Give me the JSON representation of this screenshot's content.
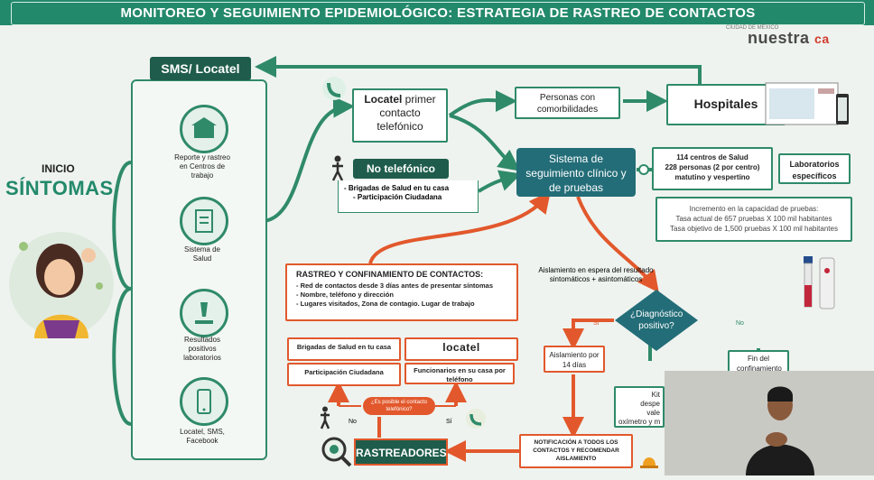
{
  "title": "MONITOREO Y SEGUIMIENTO EPIDEMIOLÓGICO: ESTRATEGIA DE RASTREO DE CONTACTOS",
  "brand": {
    "name": "nuestra",
    "suffix": "ca",
    "sub": "CIUDAD DE MÉXICO"
  },
  "inicio": {
    "label": "INICIO",
    "sintomas": "SÍNTOMAS"
  },
  "left_items": [
    {
      "label": "Reporte y rastreo en Centros de trabajo",
      "icon": "building-icon"
    },
    {
      "label": "Sistema de Salud",
      "icon": "clipboard-icon"
    },
    {
      "label": "Resultados positivos laboratorios",
      "icon": "microscope-icon"
    },
    {
      "label": "Locatel, SMS, Facebook",
      "icon": "phone-icon"
    }
  ],
  "sms_locatel": "SMS/ Locatel",
  "locatel_box": {
    "bold": "Locatel",
    "rest": " primer contacto telefónico"
  },
  "no_telefonico": "No telefónico",
  "brigadas_list": [
    "- Brigadas de Salud en tu casa",
    "- Participación Ciudadana"
  ],
  "personas": "Personas con comorbilidades",
  "hospitales": "Hospitales",
  "sistema": "Sistema de seguimiento clínico y de pruebas",
  "centros": [
    "114 centros de Salud",
    "228 personas (2 por centro)",
    "matutino y vespertino"
  ],
  "laboratorios": "Laboratorios específicos",
  "capacidad": [
    "Incremento en la capacidad de pruebas:",
    "Tasa actual de 657 pruebas X 100 mil habitantes",
    "Tasa objetivo de 1,500 pruebas X 100 mil habitantes"
  ],
  "aislamiento_espera": [
    "Aislamiento en espera del resultado",
    "sintomáticos + asintomáticos"
  ],
  "diagnostico": "¿Diagnóstico positivo?",
  "si": "Si",
  "no": "No",
  "aislamiento14": "Aislamiento por 14 días",
  "fin": "Fin del confinamiento",
  "kit": [
    "Kit",
    "despe",
    "vale",
    "oxímetro y m"
  ],
  "rastreo": {
    "title": "RASTREO Y CONFINAMIENTO DE CONTACTOS:",
    "items": [
      "- Red de contactos desde 3 días antes de presentar síntomas",
      "- Nombre, teléfono y dirección",
      "- Lugares visitados, Zona de contagio. Lugar de trabajo"
    ]
  },
  "brigadas_casa": "Brigadas de Salud en tu casa",
  "locatel_logo": "locatel",
  "participacion": "Participación Ciudadana",
  "funcionarios": "Funcionarios en su casa por teléfono",
  "es_posible": "¿Es posible el contacto telefónico?",
  "no2": "No",
  "si2": "Sí",
  "rastreadores": "RASTREADORES",
  "notificacion": "NOTIFICACIÓN A TODOS LOS CONTACTOS Y RECOMENDAR AISLAMIENTO",
  "colors": {
    "green": "#2f8a6a",
    "teal": "#236d78",
    "orange": "#e2582c",
    "dark": "#1f5c4b"
  }
}
